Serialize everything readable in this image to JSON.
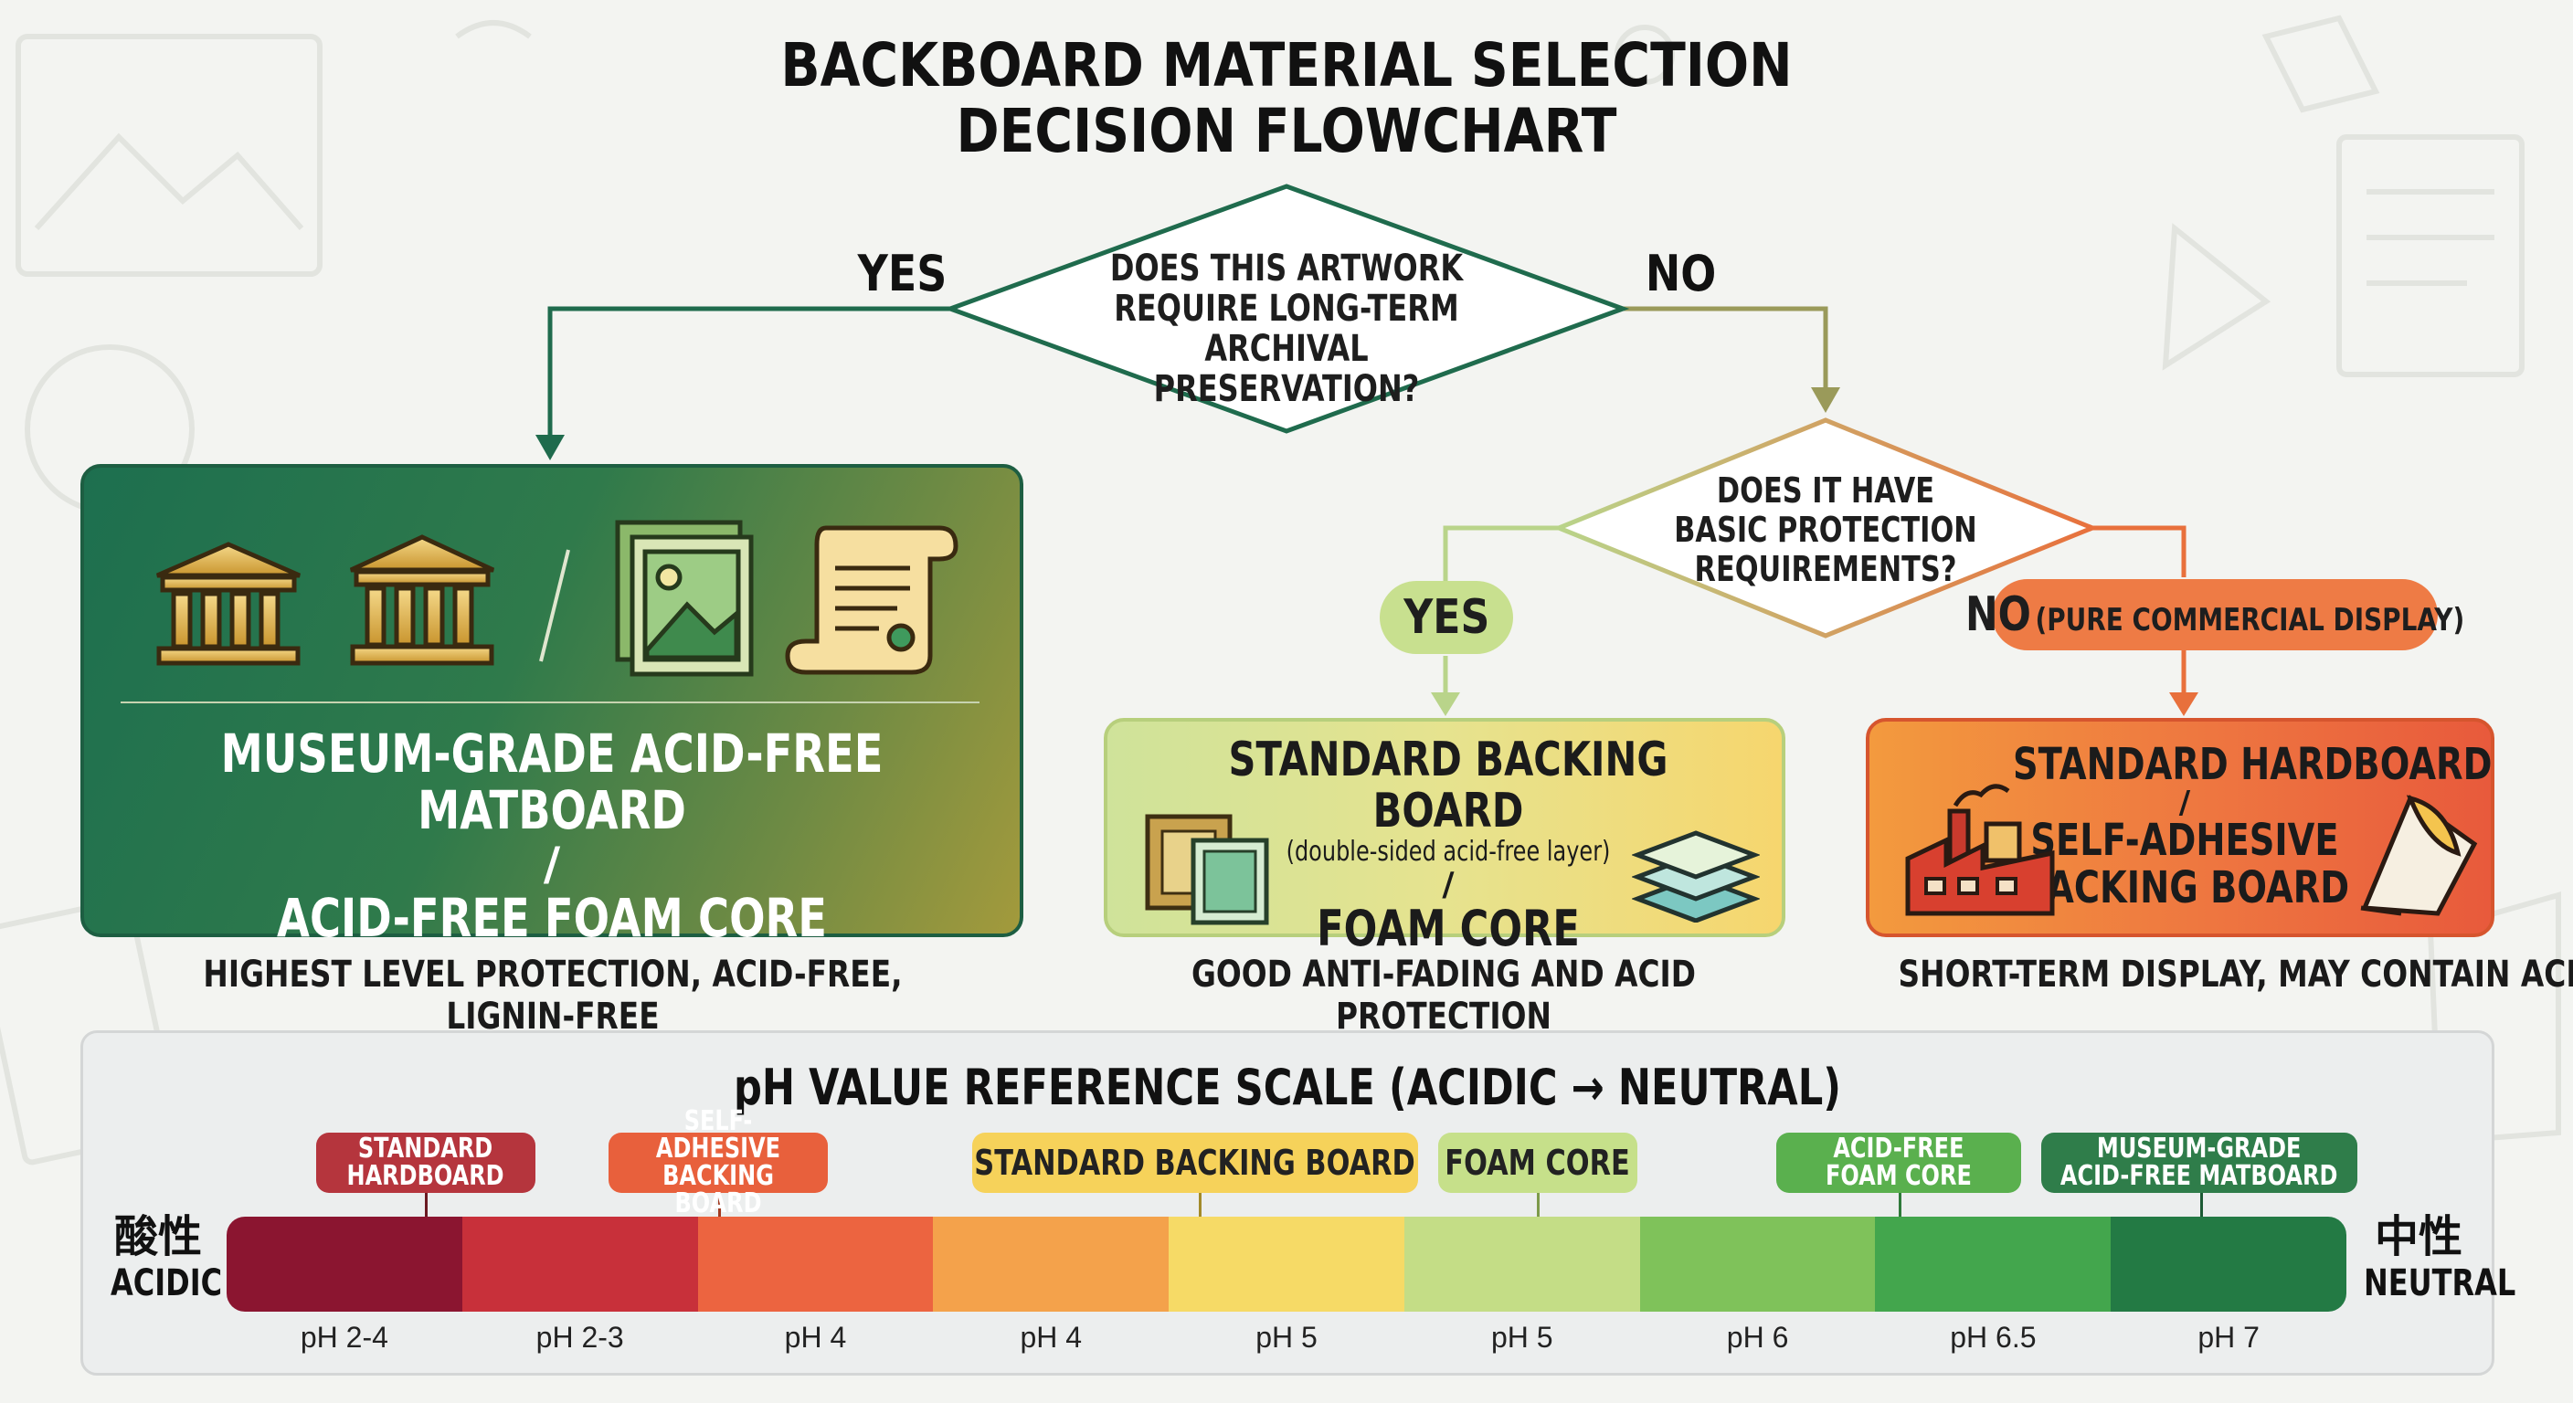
{
  "title_line1": "BACKBOARD MATERIAL SELECTION",
  "title_line2": "DECISION FLOWCHART",
  "q1": {
    "line1": "DOES THIS ARTWORK",
    "line2": "REQUIRE LONG-TERM ARCHIVAL",
    "line3": "PRESERVATION?",
    "yes": "YES",
    "no": "NO"
  },
  "q2": {
    "line1": "DOES IT HAVE",
    "line2": "BASIC PROTECTION",
    "line3": "REQUIREMENTS?",
    "yes": "YES",
    "no": "NO",
    "no_note": "(PURE COMMERCIAL DISPLAY)"
  },
  "museum": {
    "line1": "MUSEUM-GRADE ACID-FREE MATBOARD",
    "sep": "/",
    "line2": "ACID-FREE FOAM CORE",
    "caption": "HIGHEST LEVEL PROTECTION, ACID-FREE, LIGNIN-FREE",
    "icon_sep": "/"
  },
  "standard": {
    "title": "STANDARD BACKING BOARD",
    "sub": "(double-sided acid-free layer)",
    "sep": "/",
    "line2": "FOAM CORE",
    "caption": "GOOD ANTI-FADING AND ACID PROTECTION"
  },
  "hardboard": {
    "title": "STANDARD HARDBOARD",
    "sep": "/",
    "line2a": "SELF-ADHESIVE",
    "line2b": "BACKING BOARD",
    "caption": "SHORT-TERM DISPLAY, MAY CONTAIN ACID"
  },
  "scale": {
    "title": "pH VALUE REFERENCE SCALE (ACIDIC → NEUTRAL)",
    "left_cn": "酸性",
    "left_en": "ACIDIC",
    "right_cn": "中性",
    "right_en": "NEUTRAL",
    "segments": [
      {
        "label": "pH 2-4",
        "color": "#8b1530"
      },
      {
        "label": "pH 2-3",
        "color": "#c8303a"
      },
      {
        "label": "pH 4",
        "color": "#ec6440"
      },
      {
        "label": "pH 4",
        "color": "#f4a24b"
      },
      {
        "label": "pH 5",
        "color": "#f6da66"
      },
      {
        "label": "pH 5",
        "color": "#c4dd86"
      },
      {
        "label": "pH 6",
        "color": "#7fc25a"
      },
      {
        "label": "pH 6.5",
        "color": "#43a64d"
      },
      {
        "label": "pH 7",
        "color": "#237a44"
      }
    ],
    "tags": [
      {
        "l1": "STANDARD",
        "l2": "HARDBOARD",
        "color": "#b5353d",
        "text": "#ffffff"
      },
      {
        "l1": "SELF-ADHESIVE",
        "l2": "BACKING BOARD",
        "color": "#e8603c",
        "text": "#ffffff"
      },
      {
        "l1": "STANDARD BACKING BOARD",
        "l2": "",
        "color": "#f6d25a",
        "text": "#222222"
      },
      {
        "l1": "FOAM CORE",
        "l2": "",
        "color": "#c6e08a",
        "text": "#222222"
      },
      {
        "l1": "ACID-FREE",
        "l2": "FOAM CORE",
        "color": "#5ab04e",
        "text": "#ffffff"
      },
      {
        "l1": "MUSEUM-GRADE",
        "l2": "ACID-FREE MATBOARD",
        "color": "#2f7d4a",
        "text": "#ffffff"
      }
    ]
  },
  "colors": {
    "dark_green": "#1f6b4d",
    "olive": "#9a9a5a",
    "light_green": "#b9d48a",
    "orange": "#e8703c"
  }
}
